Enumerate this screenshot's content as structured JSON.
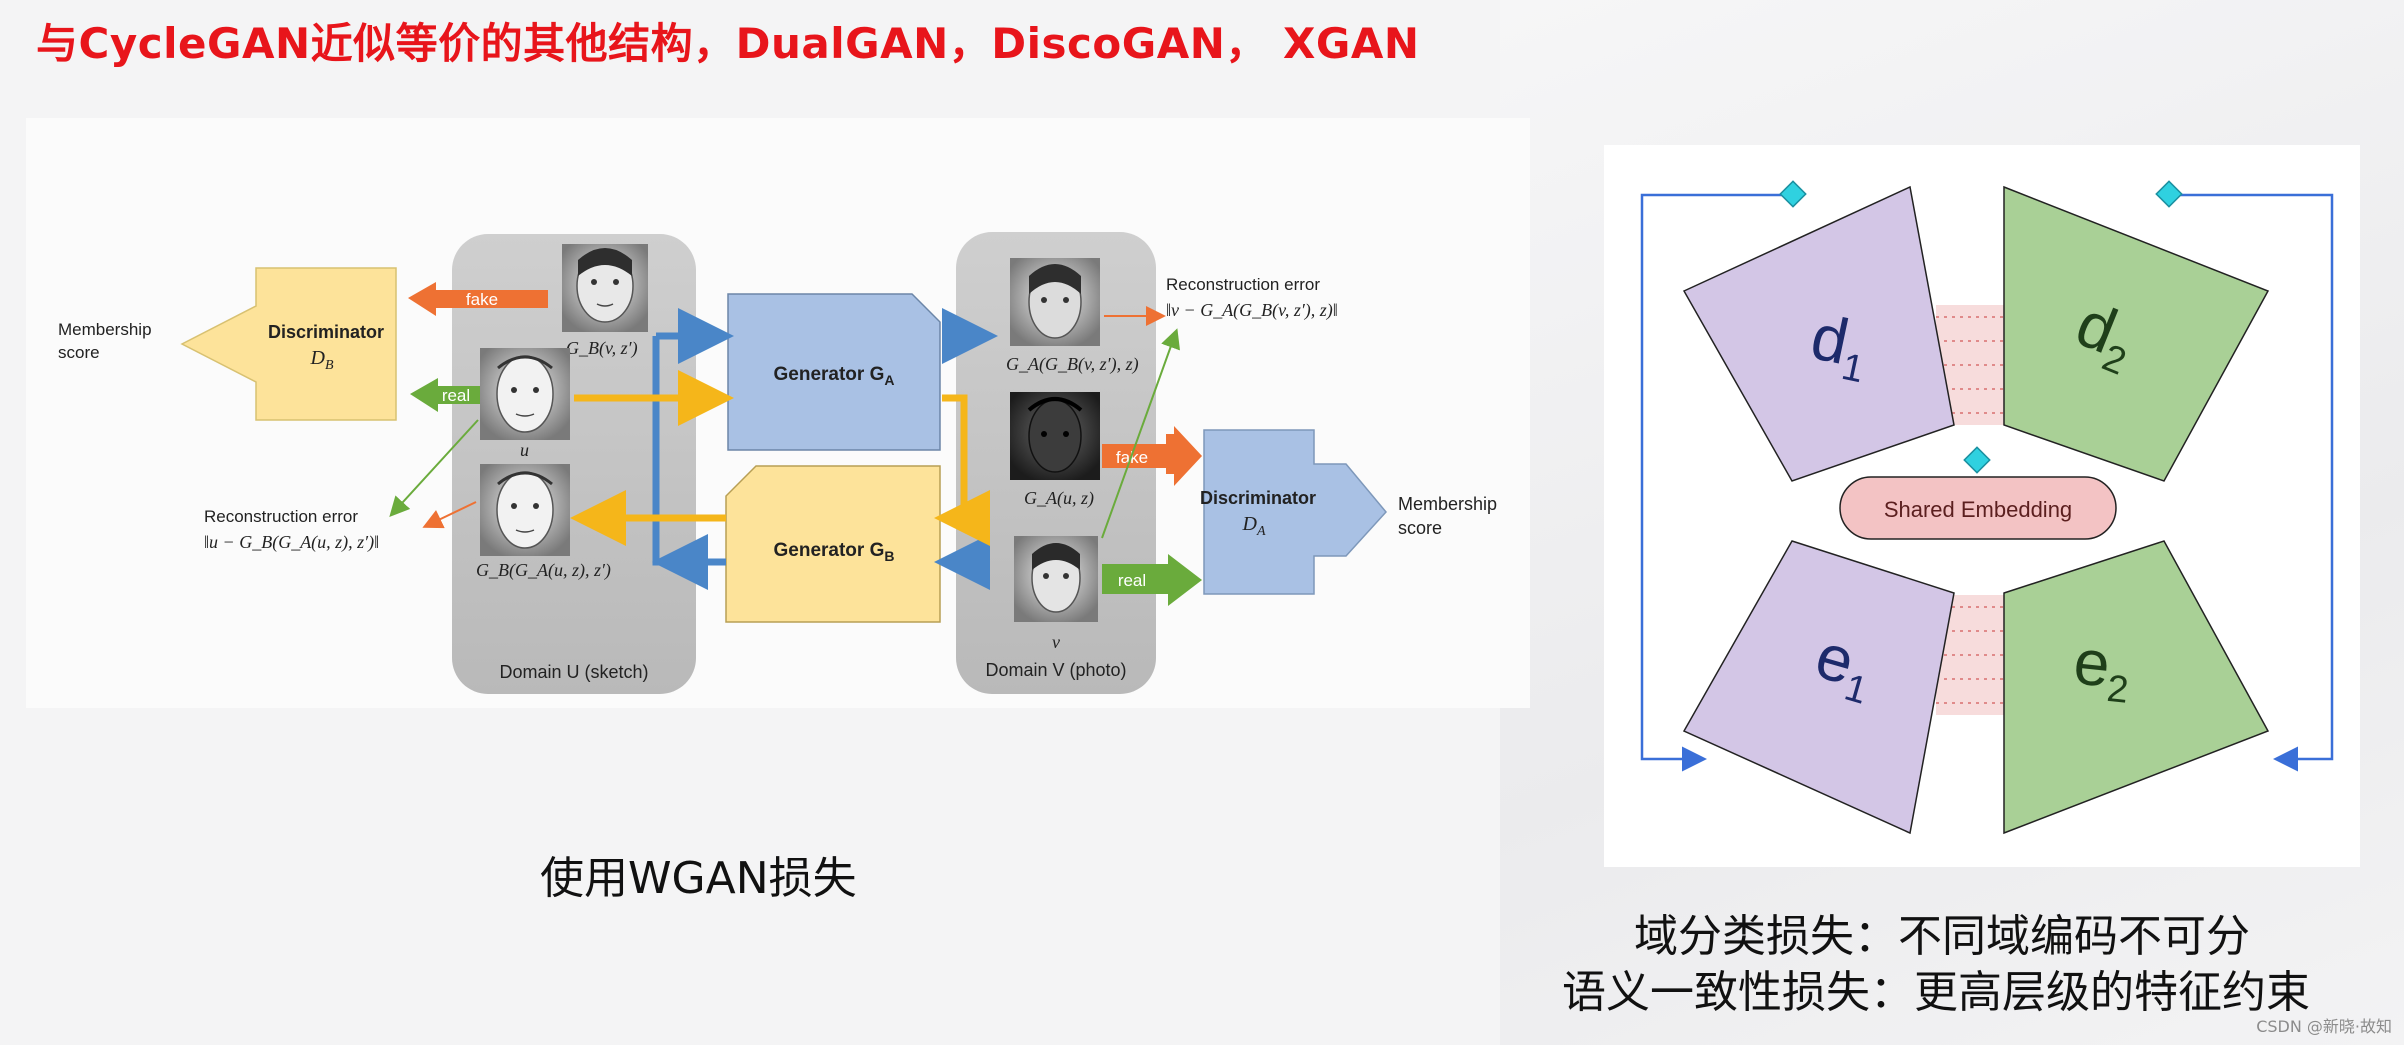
{
  "title": "与CycleGAN近似等价的其他结构，DualGAN，DiscoGAN， XGAN",
  "left_diagram": {
    "discriminator_b": {
      "line1": "Discriminator",
      "sub": "D",
      "subscript": "B"
    },
    "discriminator_a": {
      "line1": "Discriminator",
      "sub": "D",
      "subscript": "A"
    },
    "membership_left": {
      "line1": "Membership",
      "line2": "score"
    },
    "membership_right": {
      "line1": "Membership",
      "line2": "score"
    },
    "generator_a": {
      "label": "Generator G",
      "subscript": "A"
    },
    "generator_b": {
      "label": "Generator G",
      "subscript": "B"
    },
    "fake_left": "fake",
    "real_left": "real",
    "fake_right": "fake",
    "real_right": "real",
    "recon_left": {
      "title": "Reconstruction error",
      "formula": "‖u − G_B(G_A(u, z), z′)‖"
    },
    "recon_right": {
      "title": "Reconstruction error",
      "formula": "‖v − G_A(G_B(v, z′), z)‖"
    },
    "domain_u_label": "Domain U (sketch)",
    "domain_v_label": "Domain V (photo)",
    "face_labels": {
      "gb_v": "G_B(v, z′)",
      "u": "u",
      "gb_ga_u": "G_B(G_A(u, z), z′)",
      "ga_gb_v": "G_A(G_B(v, z′), z)",
      "ga_u": "G_A(u, z)",
      "v": "v"
    },
    "colors": {
      "blue_arrow": "#4a86c8",
      "yellow_arrow": "#f5b61a",
      "fake": "#ee7133",
      "real": "#6aab3c",
      "disc_b_fill": "#fde39a",
      "disc_a_fill": "#a9c1e4"
    }
  },
  "left_caption": "使用WGAN损失",
  "right_diagram": {
    "d1": {
      "letter": "d",
      "subscript": "1"
    },
    "d2": {
      "letter": "d",
      "subscript": "2"
    },
    "e1": {
      "letter": "e",
      "subscript": "1"
    },
    "e2": {
      "letter": "e",
      "subscript": "2"
    },
    "shared_embedding": "Shared Embedding",
    "colors": {
      "purple": "#d3c6e6",
      "green": "#a9d096",
      "embedding": "#f3c3c4",
      "connector": "#3a6fd8",
      "diamond": "#2fd1e0"
    }
  },
  "right_caption": {
    "line1": "域分类损失：不同域编码不可分",
    "line2": "语义一致性损失：更高层级的特征约束"
  },
  "watermark": "CSDN @新晓·故知"
}
